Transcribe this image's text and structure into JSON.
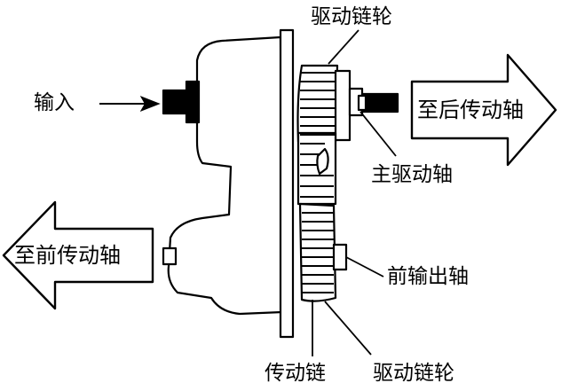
{
  "labels": {
    "drive_sprocket_top": "驱动链轮",
    "input": "输入",
    "to_rear_driveshaft": "至后传动轴",
    "main_drive_shaft": "主驱动轴",
    "to_front_driveshaft": "至前传动轴",
    "front_output_shaft": "前输出轴",
    "drive_chain": "传动链",
    "drive_sprocket_bottom": "驱动链轮"
  },
  "colors": {
    "line": "#000000",
    "fill": "#ffffff"
  }
}
